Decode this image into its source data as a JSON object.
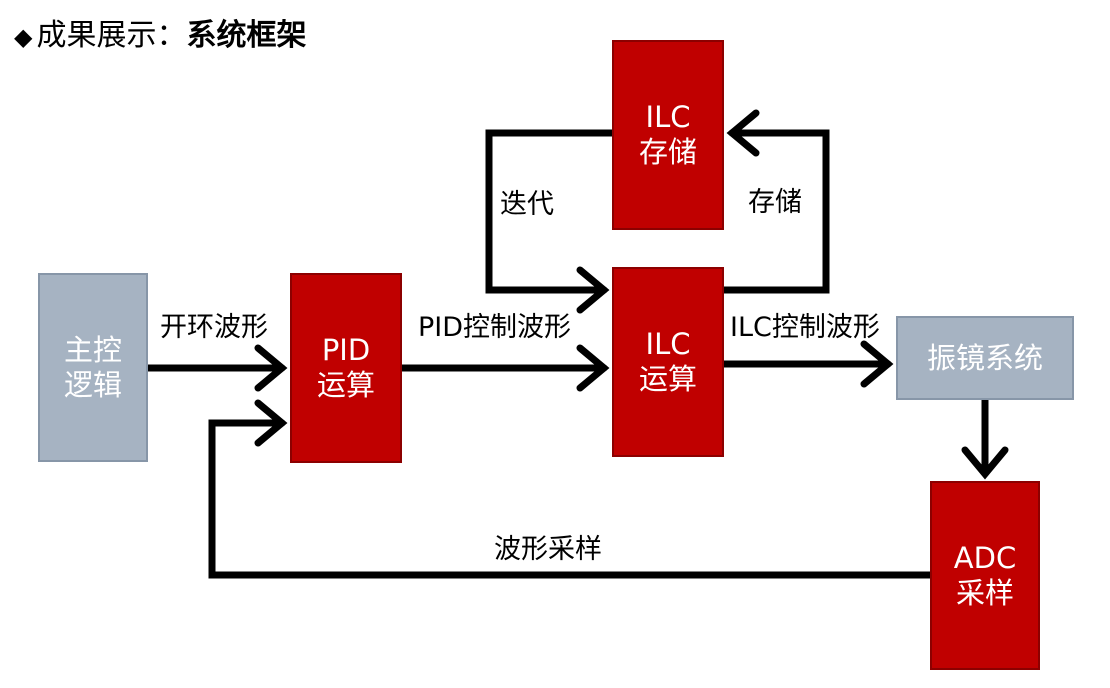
{
  "title": {
    "bullet": "◆",
    "prefix": "成果展示：",
    "main": "系统框架"
  },
  "blocks": {
    "main_control": {
      "line1": "主控",
      "line2": "逻辑"
    },
    "pid": {
      "line1": "PID",
      "line2": "运算"
    },
    "ilc_storage": {
      "line1": "ILC",
      "line2": "存储"
    },
    "ilc_calc": {
      "line1": "ILC",
      "line2": "运算"
    },
    "galvo": {
      "label": "振镜系统"
    },
    "adc": {
      "line1": "ADC",
      "line2": "采样"
    }
  },
  "labels": {
    "open_loop": "开环波形",
    "pid_control": "PID控制波形",
    "ilc_control": "ILC控制波形",
    "iterate": "迭代",
    "store": "存储",
    "waveform_sampling": "波形采样"
  },
  "colors": {
    "red_block": "#c00000",
    "gray_block": "#a6b3c2",
    "arrow": "#000000"
  }
}
